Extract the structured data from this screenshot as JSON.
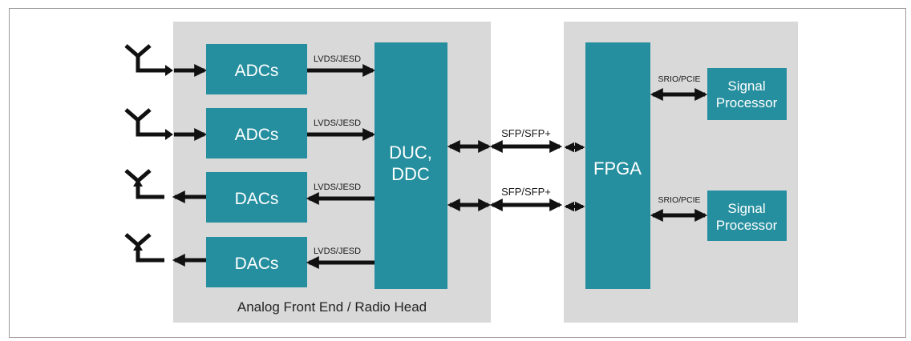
{
  "colors": {
    "frame": "#999999",
    "panel": "#d9d9d9",
    "block": "#268f9f",
    "block_text": "#ffffff",
    "arrow": "#111111"
  },
  "panels": {
    "front_end_caption": "Analog Front End / Radio Head"
  },
  "blocks": {
    "adc_1": "ADCs",
    "adc_2": "ADCs",
    "dac_1": "DACs",
    "dac_2": "DACs",
    "duc_ddc_line1": "DUC,",
    "duc_ddc_line2": "DDC",
    "fpga": "FPGA",
    "signal_processor_1_line1": "Signal",
    "signal_processor_1_line2": "Processor",
    "signal_processor_2_line1": "Signal",
    "signal_processor_2_line2": "Processor"
  },
  "links": {
    "lvds_1": "LVDS/JESD",
    "lvds_2": "LVDS/JESD",
    "lvds_3": "LVDS/JESD",
    "lvds_4": "LVDS/JESD",
    "sfp_1": "SFP/SFP+",
    "sfp_2": "SFP/SFP+",
    "srio_1": "SRIO/PCIE",
    "srio_2": "SRIO/PCIE"
  },
  "icons": {
    "antenna": "antenna-icon"
  }
}
